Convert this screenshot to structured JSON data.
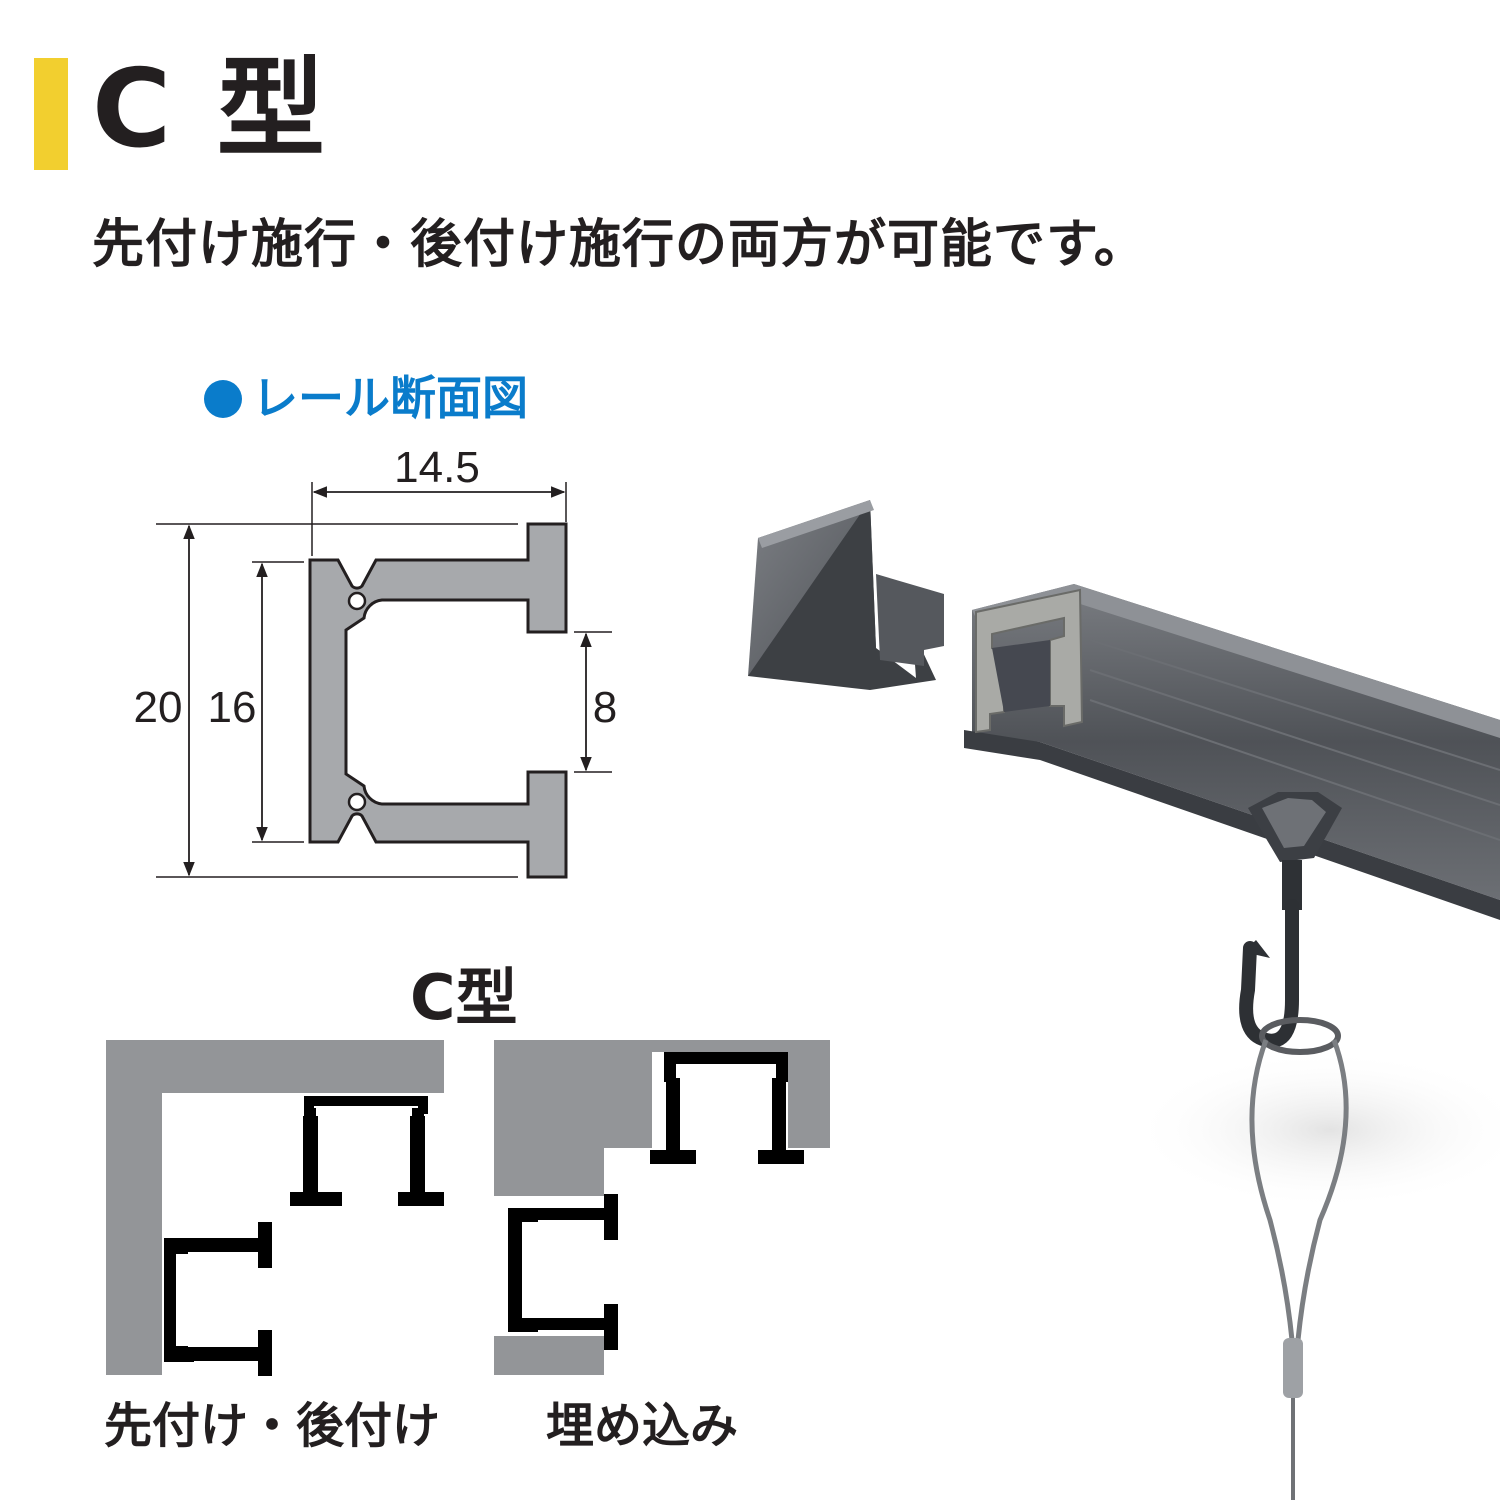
{
  "colors": {
    "accent": "#f2cf2f",
    "heading_blue": "#0a7ccb",
    "profile_gray": "#a7a9ac",
    "wall_gray": "#939598",
    "rail_dark": "#5b5e63",
    "rail_black": "#000000",
    "text": "#231f20"
  },
  "header": {
    "title": "C 型",
    "subtitle": "先付け施行・後付け施行の両方が可能です。"
  },
  "section": {
    "heading": "レール断面図"
  },
  "cross_section": {
    "dim_width": "14.5",
    "dim_height_outer": "20",
    "dim_height_inner": "16",
    "dim_opening": "8"
  },
  "installation": {
    "type_label": "C型",
    "caption_surface": "先付け・後付け",
    "caption_embedded": "埋め込み"
  },
  "photo": {
    "icons": [
      "rail-end-cap-icon",
      "aluminum-rail-icon",
      "hook-runner-icon",
      "wire-hanger-icon"
    ]
  }
}
